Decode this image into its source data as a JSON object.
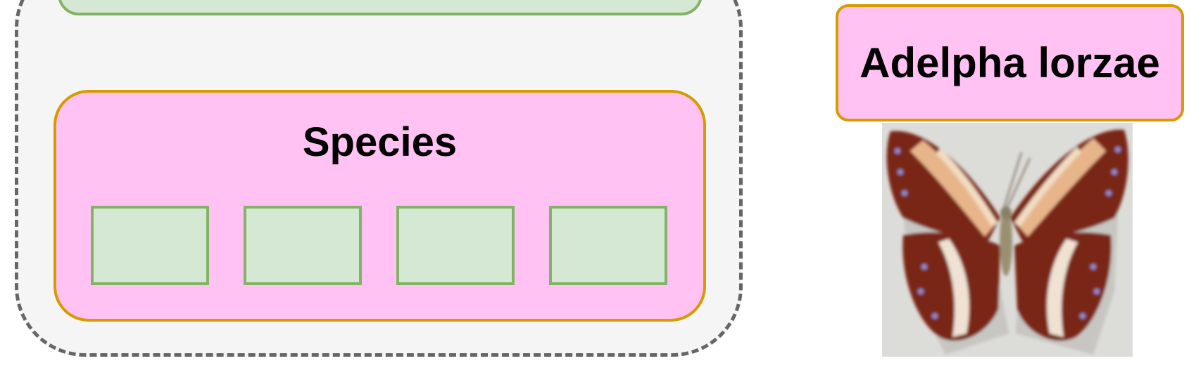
{
  "species_box": {
    "title": "Species",
    "slot_count": 4
  },
  "specimen": {
    "name": "Adelpha lorzae"
  },
  "colors": {
    "container_fill": "#f5f5f5",
    "container_border": "#666666",
    "green_fill": "#d5e8d4",
    "green_border": "#82b366",
    "pink_fill": "#ffc2f3",
    "orange_border": "#d79b00"
  },
  "icons": {
    "specimen_image": "butterfly-photo"
  }
}
